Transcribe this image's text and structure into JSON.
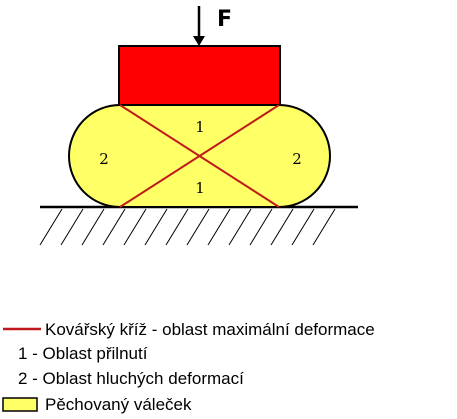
{
  "diagram": {
    "force_label": "F",
    "zone_labels": {
      "top": "1",
      "bottom": "1",
      "left": "2",
      "right": "2"
    },
    "colors": {
      "die": "#ff0000",
      "workpiece": "#ffff66",
      "cross_lines": "#c0181c",
      "outline": "#000000"
    }
  },
  "legend": {
    "items": [
      {
        "marker": "line",
        "text": "Kovářský kříž - oblast maximální deformace"
      },
      {
        "marker": "none",
        "text": "1 - Oblast přilnutí"
      },
      {
        "marker": "none",
        "text": "2 - Oblast hluchých deformací"
      },
      {
        "marker": "box",
        "text": "Pěchovaný váleček"
      }
    ]
  }
}
